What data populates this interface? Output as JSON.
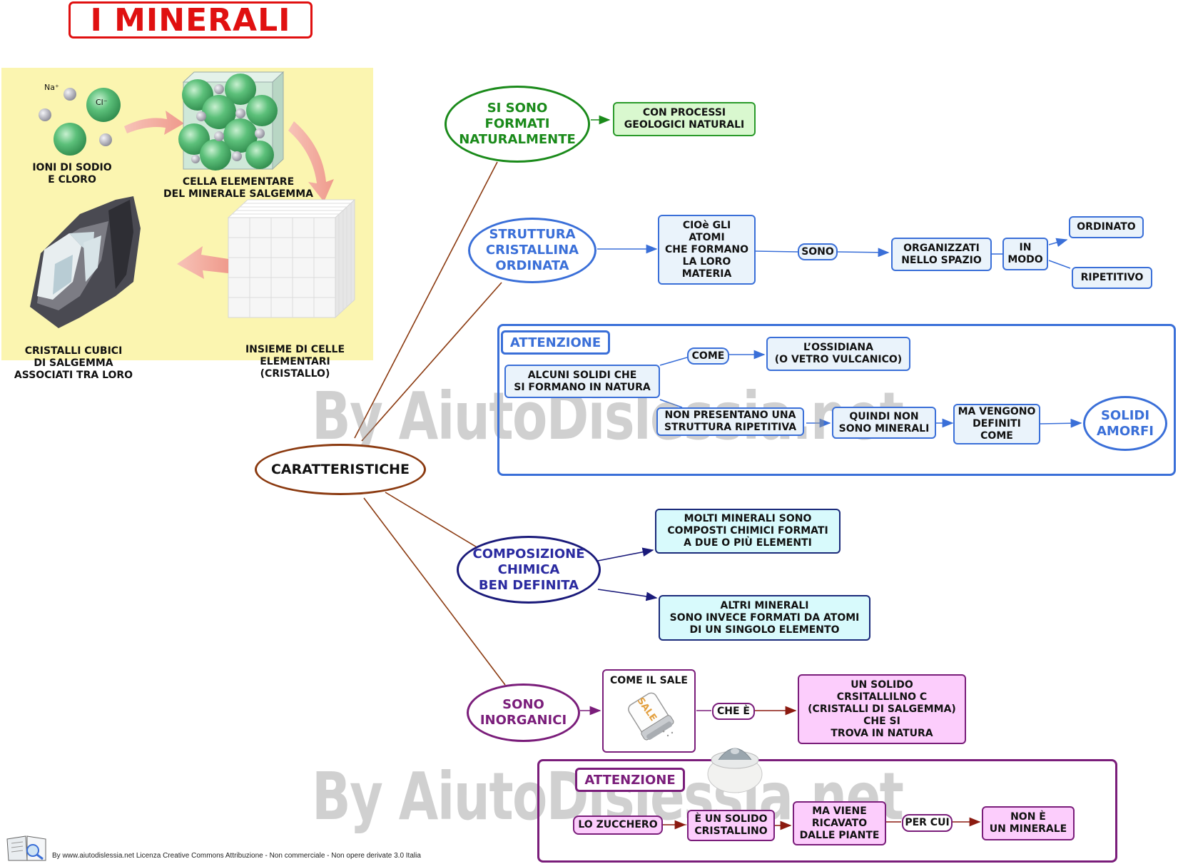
{
  "title": "I MINERALI",
  "colors": {
    "title_red": "#e01010",
    "branch": "#8b3a10",
    "green": "#1a8a1a",
    "blue": "#3a6fd8",
    "navy": "#1a1a7a",
    "purple": "#7a1d7a",
    "panel": "#fbf5b0"
  },
  "illustration": {
    "ion_na": "Na⁺",
    "ion_cl": "Cl⁻",
    "ioni": "IONI DI SODIO\nE CLORO",
    "cella": "CELLA ELEMENTARE\nDEL MINERALE SALGEMMA",
    "cristalli": "CRISTALLI CUBICI\nDI SALGEMMA\nASSOCIATI TRA LORO",
    "insieme": "INSIEME DI CELLE\nELEMENTARI\n(CRISTALLO)"
  },
  "center": "CARATTERISTICHE",
  "branch1": {
    "title": "SI SONO\nFORMATI\nNATURALMENTE",
    "box": "CON PROCESSI\nGEOLOGICI NATURALI"
  },
  "branch2": {
    "title": "STRUTTURA\nCRISTALLINA\nORDINATA",
    "cioe": "CIOè GLI\nATOMI\nCHE FORMANO\nLA LORO\nMATERIA",
    "sono": "SONO",
    "organizzati": "ORGANIZZATI\nNELLO SPAZIO",
    "in_modo": "IN\nMODO",
    "ordinato": "ORDINATO",
    "ripetitivo": "RIPETITIVO"
  },
  "attenzione1": {
    "label": "ATTENZIONE",
    "alcuni": "ALCUNI SOLIDI CHE\nSI FORMANO IN NATURA",
    "come": "COME",
    "ossidiana": "L’OSSIDIANA\n(O VETRO VULCANICO)",
    "non_presentano": "NON PRESENTANO UNA\nSTRUTTURA RIPETITIVA",
    "quindi": "QUINDI NON\nSONO MINERALI",
    "ma_vengono": "MA VENGONO\nDEFINITI\nCOME",
    "solidi_amorfi": "SOLIDI\nAMORFI"
  },
  "branch3": {
    "title": "COMPOSIZIONE\nCHIMICA\nBEN DEFINITA",
    "box1": "MOLTI MINERALI SONO\nCOMPOSTI CHIMICI FORMATI\nA DUE O PIÙ ELEMENTI",
    "box2": "ALTRI MINERALI\nSONO INVECE FORMATI DA ATOMI\nDI UN SINGOLO ELEMENTO"
  },
  "branch4": {
    "title": "SONO\nINORGANICI",
    "come_sale": "COME IL SALE",
    "sale_label": "SALE",
    "che_e": "CHE È",
    "solido": "UN SOLIDO\nCRSITALLILNO C\n(CRISTALLI DI SALGEMMA)\nCHE SI\nTROVA IN NATURA"
  },
  "attenzione2": {
    "label": "ATTENZIONE",
    "zucchero": "LO ZUCCHERO",
    "solido": "È UN SOLIDO\nCRISTALLINO",
    "ricavato": "MA VIENE\nRICAVATO\nDALLE PIANTE",
    "per_cui": "PER CUI",
    "non_minerale": "NON È\nUN MINERALE"
  },
  "watermark": "By AiutoDislessia.net",
  "footer": "By www.aiutodislessia.net Licenza Creative Commons Attribuzione - Non commerciale - Non opere derivate 3.0 Italia"
}
